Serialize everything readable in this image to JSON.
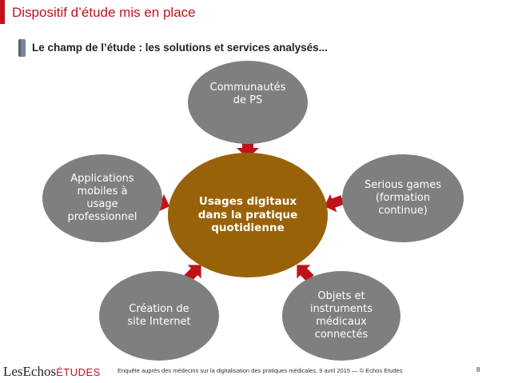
{
  "header": {
    "title": "Dispositif d’étude mis en place",
    "subtitle": "Le champ de l’étude : les solutions et services analysés..."
  },
  "diagram": {
    "center": "Usages digitaux\ndans la  pratique\nquotidienne",
    "nodes": {
      "top": "Communautés\nde PS",
      "left": "Applications\nmobiles à\nusage\nprofessionnel",
      "right": "Serious games\n(formation\ncontinue)",
      "bottom_left": "Création de\nsite Internet",
      "bottom_right": "Objets et\ninstruments\nmédicaux\nconnectés"
    }
  },
  "footer": {
    "logo_main": "LesEchos",
    "logo_sub": "ÉTUDES",
    "text": "Enquête auprès des médecins sur la digitalisation des pratiques médicales, 9 avril 2015 — © Echos Etudes",
    "page_number": "8"
  },
  "colors": {
    "accent": "#c0121b",
    "center_node": "#9a6208",
    "outer_node": "#7f7f7f",
    "arrow": "#c0121b"
  }
}
